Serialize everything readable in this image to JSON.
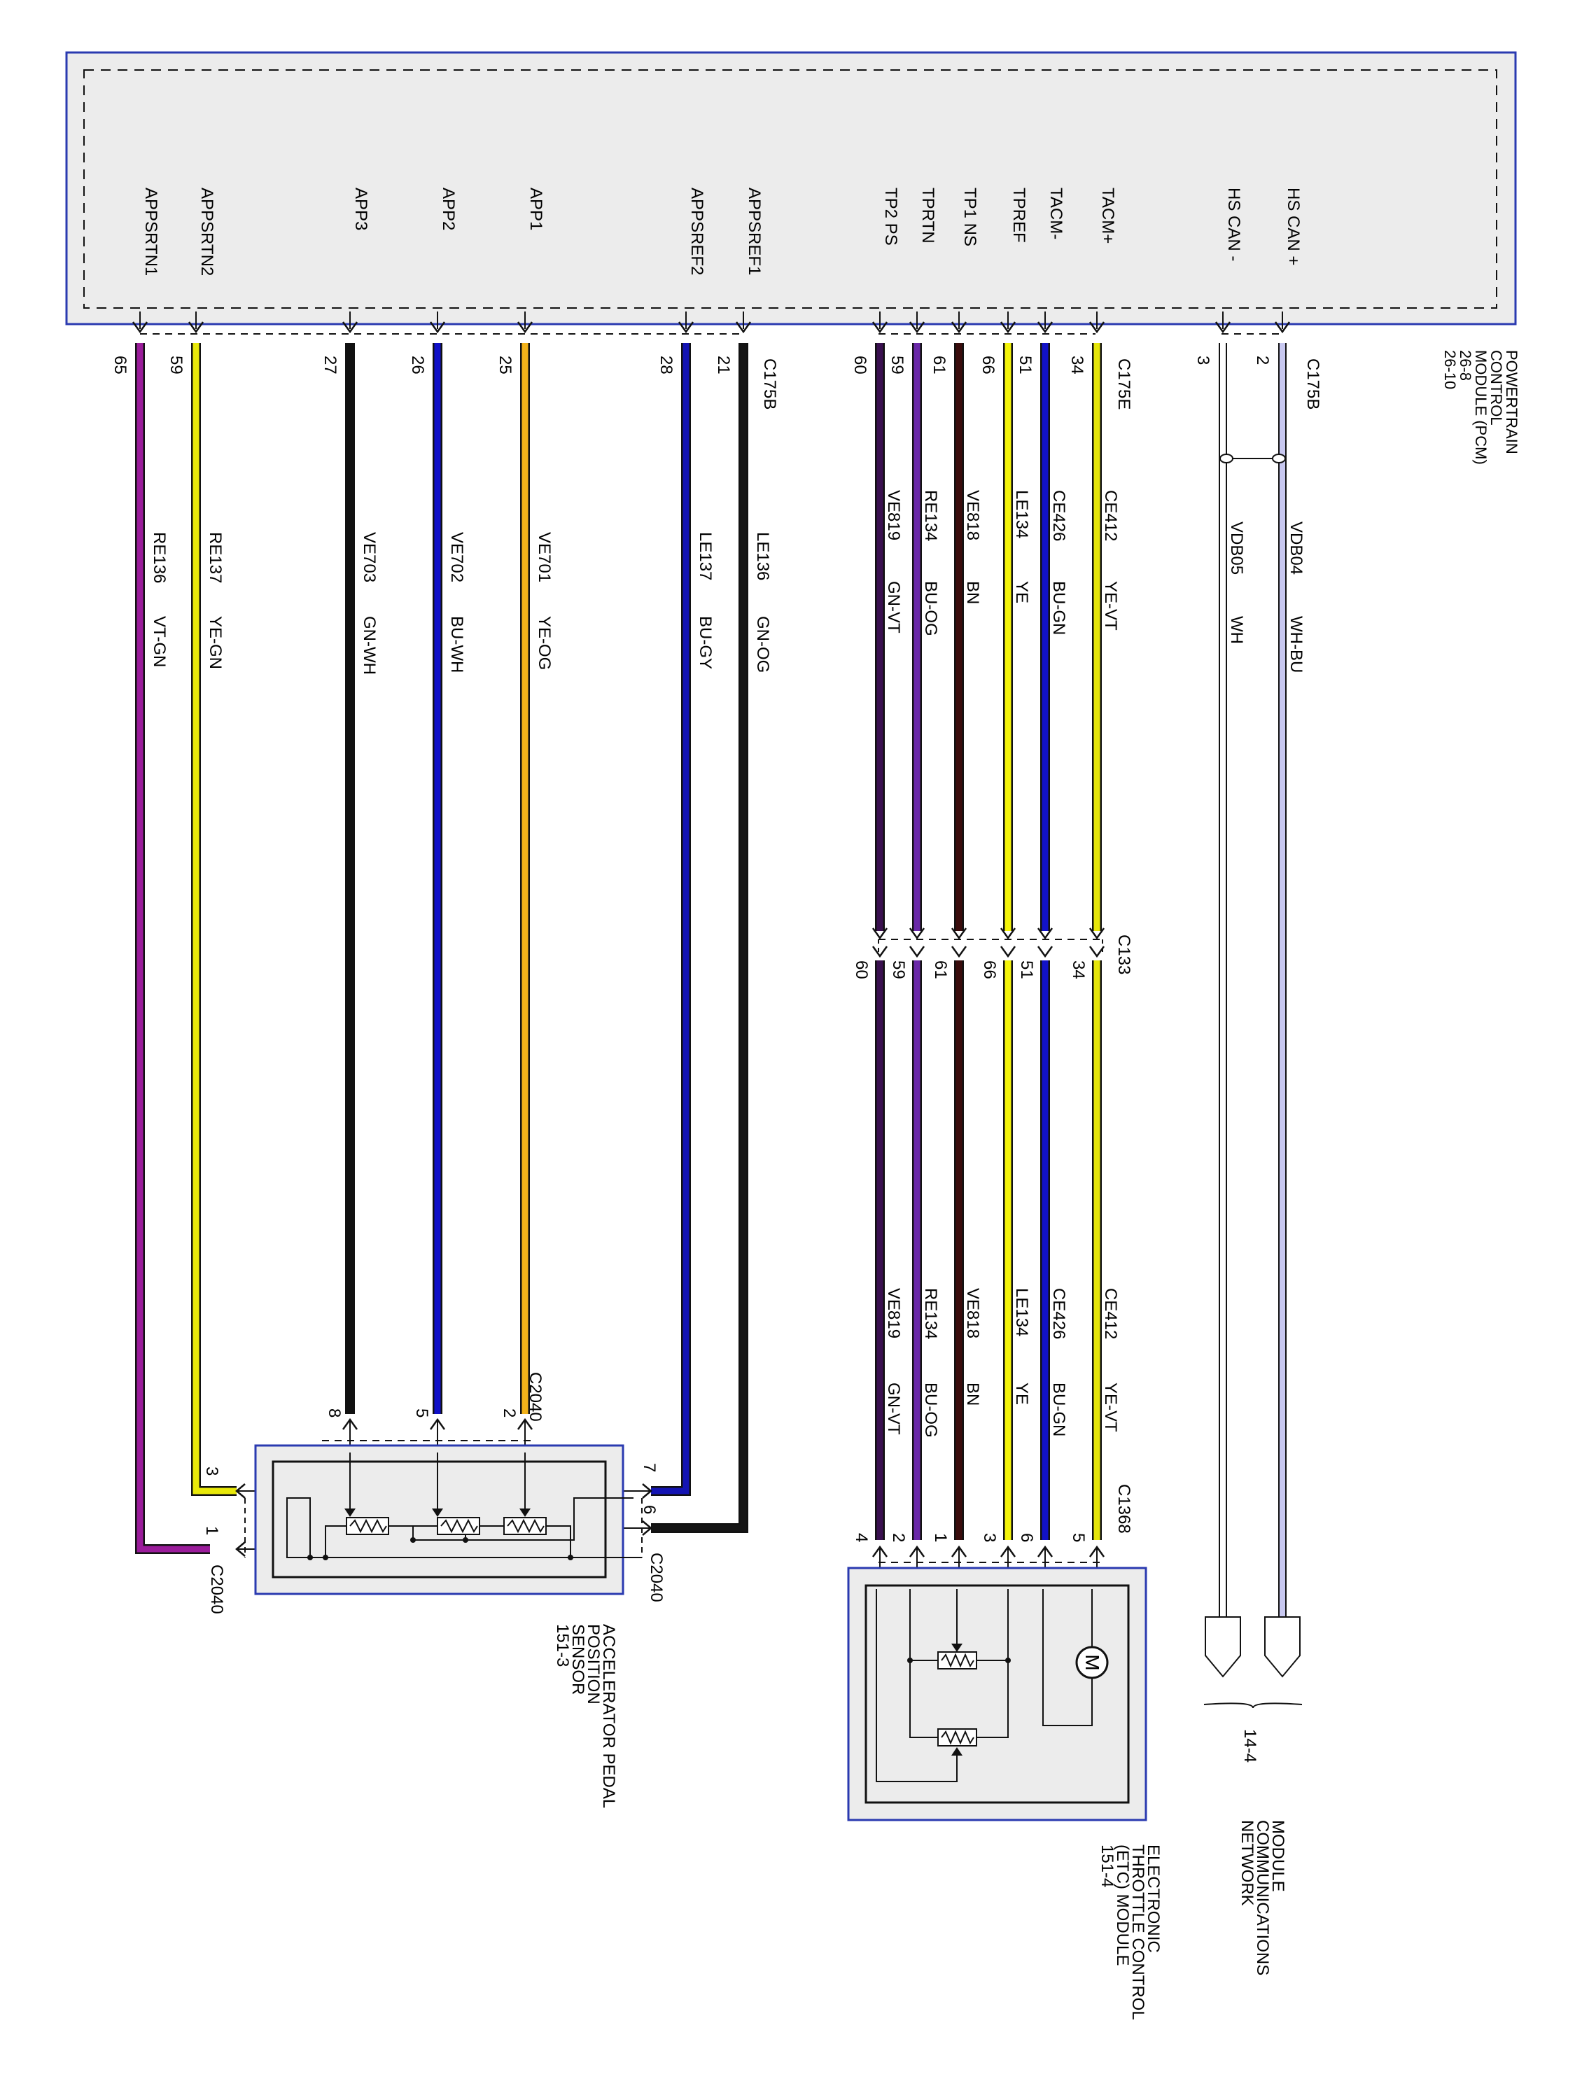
{
  "pcm": {
    "title_lines": [
      "POWERTRAIN",
      "CONTROL",
      "MODULE (PCM)",
      "26-8",
      "26-10"
    ]
  },
  "pcm_connectors": [
    "C175B",
    "C175E"
  ],
  "pins": [
    {
      "signal": "APPSRTN1",
      "pin": "65",
      "circuit": "RE136",
      "color_code": "VT-GN",
      "wire": "#9b1c9b"
    },
    {
      "signal": "APPSRTN2",
      "pin": "59",
      "circuit": "RE137",
      "color_code": "YE-GN",
      "wire": "#e8e80a"
    },
    {
      "signal": "APP3",
      "pin": "27",
      "circuit": "VE703",
      "color_code": "GN-WH",
      "wire": "#111111"
    },
    {
      "signal": "APP2",
      "pin": "26",
      "circuit": "VE702",
      "color_code": "BU-WH",
      "wire": "#1010c8"
    },
    {
      "signal": "APP1",
      "pin": "25",
      "circuit": "VE701",
      "color_code": "YE-OG",
      "wire": "#f2b21a"
    },
    {
      "signal": "APPSREF2",
      "pin": "28",
      "circuit": "LE137",
      "color_code": "BU-GY",
      "wire": "#1414b4"
    },
    {
      "signal": "APPSREF1",
      "pin": "21",
      "circuit": "LE136",
      "color_code": "GN-OG",
      "wire": "#151515"
    },
    {
      "signal": "TP2 PS",
      "pin": "60",
      "circuit": "VE819",
      "color_code": "GN-VT",
      "wire": "#3a1050"
    },
    {
      "signal": "TPRTN",
      "pin": "59",
      "circuit": "RE134",
      "color_code": "BU-OG",
      "wire": "#6a28a8"
    },
    {
      "signal": "TP1 NS",
      "pin": "61",
      "circuit": "VE818",
      "color_code": "BN",
      "wire": "#3a0c0c"
    },
    {
      "signal": "TPREF",
      "pin": "66",
      "circuit": "LE134",
      "color_code": "YE",
      "wire": "#f4f40a"
    },
    {
      "signal": "TACM-",
      "pin": "51",
      "circuit": "CE426",
      "color_code": "BU-GN",
      "wire": "#1212c8"
    },
    {
      "signal": "TACM+",
      "pin": "34",
      "circuit": "CE412",
      "color_code": "YE-VT",
      "wire": "#e6e60a"
    },
    {
      "signal": "HS CAN -",
      "pin": "3",
      "circuit": "VDB05",
      "color_code": "WH",
      "wire": "#ffffff"
    },
    {
      "signal": "HS CAN +",
      "pin": "2",
      "circuit": "VDB04",
      "color_code": "WH-BU",
      "wire": "#c8c8f0"
    }
  ],
  "inline_connector": {
    "name": "C133",
    "pins": [
      "60",
      "59",
      "61",
      "66",
      "51",
      "34"
    ]
  },
  "app_sensor": {
    "name_lines": [
      "ACCELERATOR PEDAL",
      "POSITION",
      "SENSOR",
      "151-3"
    ],
    "connector": "C2040",
    "pins": [
      "8",
      "5",
      "2",
      "3",
      "1",
      "7",
      "6"
    ]
  },
  "etc_module": {
    "name_lines": [
      "ELECTRONIC",
      "THROTTLE CONTROL",
      "(ETC) MODULE",
      "151-4"
    ],
    "connector": "C1368",
    "pins": [
      "4",
      "2",
      "1",
      "3",
      "6",
      "5"
    ],
    "motor_symbol": "M"
  },
  "network": {
    "name_lines": [
      "MODULE",
      "COMMUNICATIONS",
      "NETWORK"
    ],
    "ref": "14-4"
  }
}
